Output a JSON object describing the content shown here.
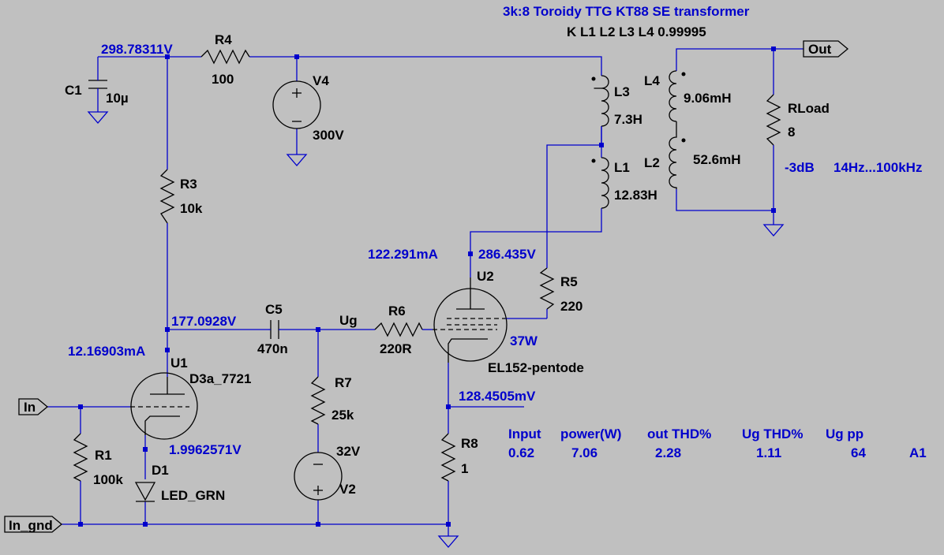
{
  "transformer": {
    "title": "3k:8 Toroidy TTG KT88 SE transformer",
    "coupling": "K L1 L2 L3  L4 0.99995"
  },
  "ports": {
    "out": "Out",
    "in": "In",
    "in_gnd": "In_gnd"
  },
  "components": {
    "c1": {
      "ref": "C1",
      "value": "10µ"
    },
    "r4": {
      "ref": "R4",
      "value": "100"
    },
    "v4": {
      "ref": "V4",
      "value": "300V"
    },
    "l3": {
      "ref": "L3",
      "value": "7.3H"
    },
    "l1": {
      "ref": "L1",
      "value": "12.83H"
    },
    "l4": {
      "ref": "L4",
      "value": "9.06mH"
    },
    "l2": {
      "ref": "L2",
      "value": "52.6mH"
    },
    "rload": {
      "ref": "RLoad",
      "value": "8"
    },
    "r3": {
      "ref": "R3",
      "value": "10k"
    },
    "r5": {
      "ref": "R5",
      "value": "220"
    },
    "u2": {
      "ref": "U2",
      "model": "EL152-pentode",
      "power": "37W"
    },
    "c5": {
      "ref": "C5",
      "value": "470n"
    },
    "r6": {
      "ref": "R6",
      "value": "220R"
    },
    "u1": {
      "ref": "U1",
      "model": "D3a_7721"
    },
    "r7": {
      "ref": "R7",
      "value": "25k"
    },
    "v2": {
      "ref": "V2",
      "value": "32V"
    },
    "r1": {
      "ref": "R1",
      "value": "100k"
    },
    "d1": {
      "ref": "D1",
      "value": "LED_GRN"
    },
    "r8": {
      "ref": "R8",
      "value": "1"
    }
  },
  "nets": {
    "ug": "Ug"
  },
  "probes": {
    "supply": "298.78311V",
    "u2_current": "122.291mA",
    "u2_anode": "286.435V",
    "u1_anode": "177.0928V",
    "u1_current": "12.16903mA",
    "u1_cathode": "1.9962571V",
    "u2_cathode": "128.4505mV"
  },
  "bandwidth": {
    "level": "-3dB",
    "range": "14Hz...100kHz"
  },
  "results_table": {
    "headers": [
      "Input",
      "power(W)",
      "out THD%",
      "Ug THD%",
      "Ug pp"
    ],
    "values": [
      "0.62",
      "7.06",
      "2.28",
      "1.11",
      "64"
    ],
    "tag": "A1"
  }
}
